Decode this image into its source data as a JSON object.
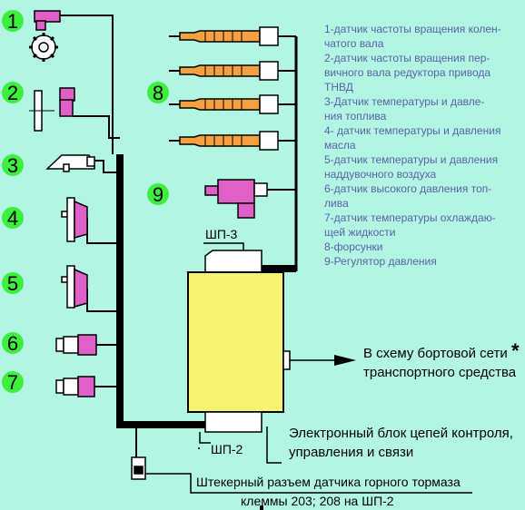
{
  "markers": [
    {
      "id": "m1",
      "label": "1"
    },
    {
      "id": "m2",
      "label": "2"
    },
    {
      "id": "m3",
      "label": "3"
    },
    {
      "id": "m4",
      "label": "4"
    },
    {
      "id": "m5",
      "label": "5"
    },
    {
      "id": "m6",
      "label": "6"
    },
    {
      "id": "m7",
      "label": "7"
    },
    {
      "id": "m8",
      "label": "8"
    },
    {
      "id": "m9",
      "label": "9"
    }
  ],
  "legend": [
    "1-датчик частоты вращения колен-",
    "чатого вала",
    "2-датчик частоты вращения пер-",
    "вичного вала редуктора привода",
    "ТНВД",
    "3-Датчик температуры и давле-",
    "ния топлива",
    "4- датчик температуры и давления",
    "масла",
    "5-датчик температуры и давления",
    "наддувочного воздуха",
    "6-датчик высокого давления топ-",
    "лива",
    "7-датчик температуры охлаждаю-",
    "щей жидкости",
    "8-форсунки",
    "9-Регулятор давления"
  ],
  "labels": {
    "shp3": "ШП-3",
    "shp2": "ШП-2",
    "network_line1": "В схему бортовой сети",
    "network_line2": "транспортного средства",
    "network_mark": "*",
    "unit_line1": "Электронный  блок цепей контроля,",
    "unit_line2": "управления и связи",
    "plug_line1": "Штекерный разъем  датчика горного тормаза",
    "plug_line2": "клеммы 203;  208 на ШП-2"
  },
  "colors": {
    "background": "#b3f5e3",
    "marker": "#3df03d",
    "sensor": "#e060c8",
    "injector": "#f5a040",
    "unit": "#f4f472",
    "legend_text": "#5a63a8"
  }
}
